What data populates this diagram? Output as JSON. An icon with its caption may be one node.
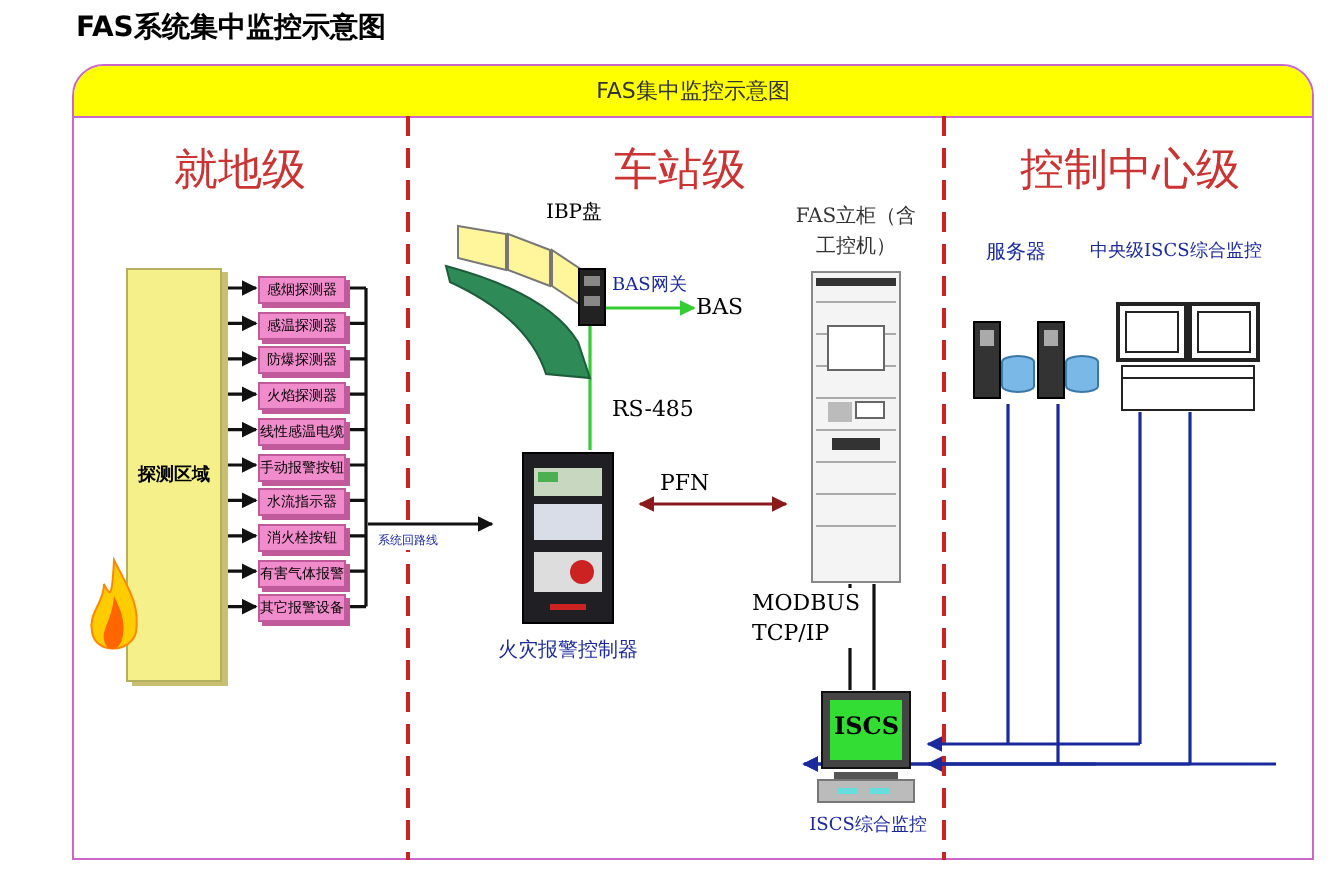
{
  "diagram": {
    "title": "FAS系统集中监控示意图",
    "nodes": [
      {
        "text": [
          "FAS集中监控示意图"
        ]
      },
      {
        "text": [
          "探测区域"
        ],
        "in": 0
      },
      {
        "text": [
          "感烟探测器"
        ],
        "in": 0
      },
      {
        "text": [
          "感温探测器"
        ],
        "in": 0
      },
      {
        "text": [
          "防爆探测器"
        ],
        "in": 0
      },
      {
        "text": [
          "火焰探测器"
        ],
        "in": 0
      },
      {
        "text": [
          "线性感温电缆"
        ],
        "in": 0
      },
      {
        "text": [
          "手动报警按钮"
        ],
        "in": 0
      },
      {
        "text": [
          "水流指示器"
        ],
        "in": 0
      },
      {
        "text": [
          "消火栓按钮"
        ],
        "in": 0
      },
      {
        "text": [
          "有害气体报警"
        ],
        "in": 0
      },
      {
        "text": [
          "其它报警设备"
        ],
        "in": 0
      },
      {
        "text": [
          "IBP盘"
        ],
        "in": 0
      },
      {
        "text": [],
        "shape": "box",
        "beside": [
          "BAS网关"
        ],
        "in": 0
      },
      {
        "text": [
          "BAS"
        ],
        "in": 0
      },
      {
        "text": [
          "火灾报警控制器"
        ],
        "in": 0
      },
      {
        "text": [
          "FAS立柜（含工控机）"
        ],
        "in": 0
      },
      {
        "text": [
          "服务器"
        ],
        "in": 0
      },
      {
        "text": [
          "中央级ISCS综合监控"
        ],
        "in": 0
      },
      {
        "text": [
          "ISCS",
          "ISCS综合监控"
        ],
        "in": 0
      }
    ],
    "edges": [
      {
        "from": 1,
        "to": 2,
        "arrow": "to"
      },
      {
        "from": 1,
        "to": 3,
        "arrow": "to"
      },
      {
        "from": 1,
        "to": 4,
        "arrow": "to"
      },
      {
        "from": 1,
        "to": 5,
        "arrow": "to"
      },
      {
        "from": 1,
        "to": 6,
        "arrow": "to"
      },
      {
        "from": 1,
        "to": 7,
        "arrow": "to"
      },
      {
        "from": 1,
        "to": 8,
        "arrow": "to"
      },
      {
        "from": 1,
        "to": 9,
        "arrow": "to"
      },
      {
        "from": 1,
        "to": 10,
        "arrow": "to"
      },
      {
        "from": 1,
        "to": 11,
        "arrow": "to"
      },
      {
        "from": 2,
        "to": 15,
        "arrow": "to"
      },
      {
        "from": 3,
        "to": 15,
        "arrow": "to"
      },
      {
        "from": 4,
        "to": 15,
        "arrow": "to"
      },
      {
        "from": 5,
        "to": 15,
        "arrow": "to"
      },
      {
        "from": 6,
        "to": 15,
        "arrow": "to"
      },
      {
        "from": 7,
        "to": 15,
        "arrow": "to"
      },
      {
        "from": 8,
        "to": 15,
        "arrow": "to"
      },
      {
        "from": 9,
        "to": 15,
        "arrow": "to"
      },
      {
        "from": 10,
        "to": 15,
        "arrow": "to"
      },
      {
        "from": 11,
        "to": 15,
        "arrow": "to"
      },
      {
        "from": 13,
        "to": 14,
        "arrow": "to",
        "color": "#33cc33"
      },
      {
        "from": 13,
        "to": 15,
        "arrow": "none",
        "label": "RS-485",
        "color": "#33cc33"
      },
      {
        "from": 15,
        "to": 16,
        "arrow": "both",
        "label": "PFN",
        "color": "#8b1a1a"
      },
      {
        "from": 16,
        "to": 19,
        "arrow": "none",
        "label": "MODBUS TCP/IP"
      },
      {
        "from": 17,
        "to": 19,
        "arrow": "to",
        "color": "#1a2a9c"
      },
      {
        "from": 18,
        "to": 19,
        "arrow": "to",
        "color": "#1a2a9c"
      }
    ],
    "labels": [
      "就地级",
      "车站级",
      "控制中心级",
      "系统回路线"
    ]
  }
}
